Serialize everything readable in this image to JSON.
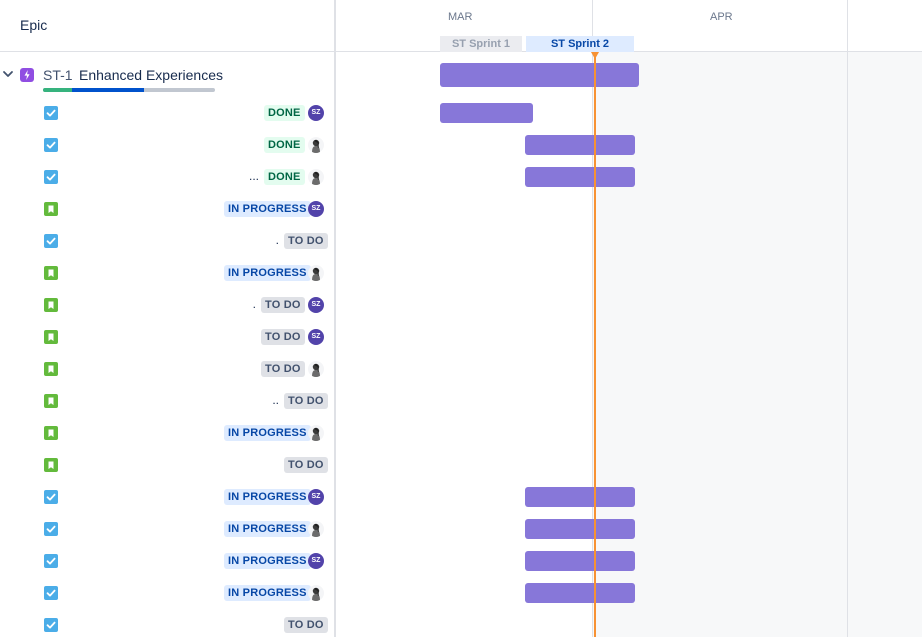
{
  "header": {
    "epic_column_label": "Epic"
  },
  "timeline": {
    "months": [
      "MAR",
      "APR"
    ],
    "sprints": [
      {
        "label": "ST Sprint 1",
        "state": "past"
      },
      {
        "label": "ST Sprint 2",
        "state": "current"
      }
    ]
  },
  "epic": {
    "key": "ST-1",
    "title": "Enhanced Experiences",
    "progress": {
      "done": 0.17,
      "in_progress": 0.42,
      "todo": 0.41
    },
    "colors": {
      "done": "#36b37e",
      "in_progress": "#0052cc",
      "todo": "#c1c7d0",
      "icon": "#904ee2"
    }
  },
  "issues": [
    {
      "type": "task",
      "summary": "",
      "status": "DONE",
      "assignee": "SZ"
    },
    {
      "type": "task",
      "summary": "",
      "status": "DONE",
      "assignee": "photo"
    },
    {
      "type": "task",
      "summary": "...",
      "status": "DONE",
      "assignee": "photo"
    },
    {
      "type": "story",
      "summary": "",
      "status": "IN PROGRESS",
      "assignee": "SZ"
    },
    {
      "type": "task",
      "summary": ".",
      "status": "TO DO",
      "assignee": ""
    },
    {
      "type": "story",
      "summary": "",
      "status": "IN PROGRESS",
      "assignee": "photo"
    },
    {
      "type": "story",
      "summary": ".",
      "status": "TO DO",
      "assignee": "SZ"
    },
    {
      "type": "story",
      "summary": "",
      "status": "TO DO",
      "assignee": "SZ"
    },
    {
      "type": "story",
      "summary": "",
      "status": "TO DO",
      "assignee": "photo"
    },
    {
      "type": "story",
      "summary": "..",
      "status": "TO DO",
      "assignee": ""
    },
    {
      "type": "story",
      "summary": "",
      "status": "IN PROGRESS",
      "assignee": "photo"
    },
    {
      "type": "story",
      "summary": "",
      "status": "TO DO",
      "assignee": ""
    },
    {
      "type": "task",
      "summary": "",
      "status": "IN PROGRESS",
      "assignee": "SZ"
    },
    {
      "type": "task",
      "summary": "",
      "status": "IN PROGRESS",
      "assignee": "photo"
    },
    {
      "type": "task",
      "summary": "",
      "status": "IN PROGRESS",
      "assignee": "SZ"
    },
    {
      "type": "task",
      "summary": "",
      "status": "IN PROGRESS",
      "assignee": "photo"
    },
    {
      "type": "task",
      "summary": "",
      "status": "TO DO",
      "assignee": ""
    }
  ],
  "icons": {
    "collapse": "chevron-down-icon",
    "epic": "epic-lightning-icon",
    "task": "task-checkbox-icon",
    "story": "story-bookmark-icon",
    "avatar_photo": "user-avatar-photo"
  }
}
